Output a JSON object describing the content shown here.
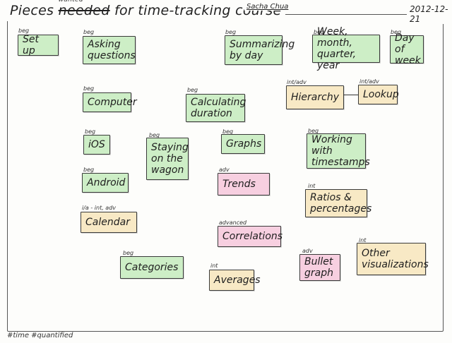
{
  "title": {
    "before": "Pieces ",
    "struck": "needed",
    "inserted": "wanted",
    "after": " for time-tracking course"
  },
  "author": "Sacha Chua",
  "date": "2012-12-21",
  "tags": "#time #quantified",
  "colors": {
    "beginner_green": "#cdeec6",
    "intermediate_yellow": "#f8e9c5",
    "advanced_pink": "#f7cfe0"
  },
  "cards": [
    {
      "id": "set-up",
      "level": "beg",
      "label": "Set up",
      "color": "green"
    },
    {
      "id": "asking-questions",
      "level": "beg",
      "label": "Asking\nquestions",
      "color": "green"
    },
    {
      "id": "summarizing-by-day",
      "level": "beg",
      "label": "Summarizing\nby day",
      "color": "green"
    },
    {
      "id": "week-month",
      "level": "beg",
      "label": "Week, month,\nquarter, year",
      "color": "green"
    },
    {
      "id": "day-of-week",
      "level": "beg",
      "label": "Day of\nweek",
      "color": "green"
    },
    {
      "id": "computer",
      "level": "beg",
      "label": "Computer",
      "color": "green"
    },
    {
      "id": "calculating-duration",
      "level": "beg",
      "label": "Calculating\nduration",
      "color": "green"
    },
    {
      "id": "hierarchy",
      "level": "int/adv",
      "label": "Hierarchy",
      "color": "yellow"
    },
    {
      "id": "lookup",
      "level": "int/adv",
      "label": "Lookup",
      "color": "yellow"
    },
    {
      "id": "ios",
      "level": "beg",
      "label": "iOS",
      "color": "green"
    },
    {
      "id": "staying-on-wagon",
      "level": "beg",
      "label": "Staying\non the\nwagon",
      "color": "green"
    },
    {
      "id": "graphs",
      "level": "beg",
      "label": "Graphs",
      "color": "green"
    },
    {
      "id": "working-timestamps",
      "level": "beg",
      "label": "Working\nwith\ntimestamps",
      "color": "green"
    },
    {
      "id": "android",
      "level": "beg",
      "label": "Android",
      "color": "green"
    },
    {
      "id": "trends",
      "level": "adv",
      "label": "Trends",
      "color": "pink"
    },
    {
      "id": "ratios",
      "level": "int",
      "label": "Ratios &\npercentages",
      "color": "yellow"
    },
    {
      "id": "calendar",
      "level": "i/a - int, adv",
      "label": "Calendar",
      "color": "yellow"
    },
    {
      "id": "correlations",
      "level": "advanced",
      "label": "Correlations",
      "color": "pink"
    },
    {
      "id": "bullet-graph",
      "level": "adv",
      "label": "Bullet\ngraph",
      "color": "pink"
    },
    {
      "id": "other-visualizations",
      "level": "int",
      "label": "Other\nvisualizations",
      "color": "yellow"
    },
    {
      "id": "categories",
      "level": "beg",
      "label": "Categories",
      "color": "green"
    },
    {
      "id": "averages",
      "level": "int",
      "label": "Averages",
      "color": "yellow"
    }
  ]
}
